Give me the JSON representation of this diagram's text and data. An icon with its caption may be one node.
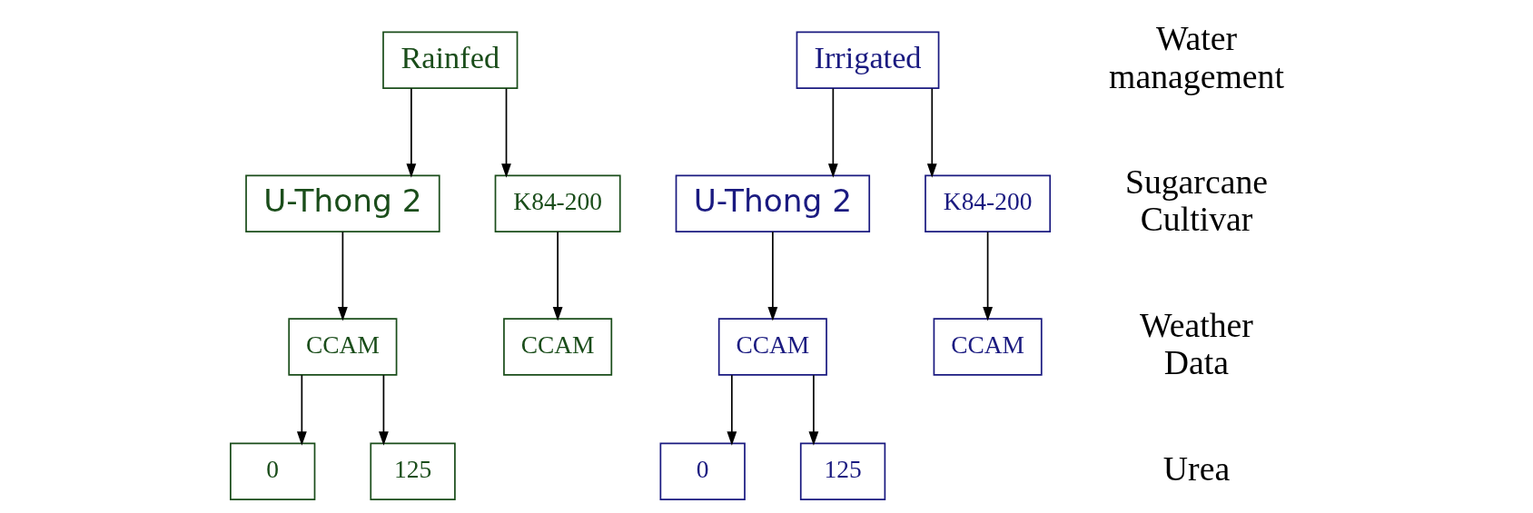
{
  "diagram": {
    "nodes": [
      {
        "text": [
          "Rainfed"
        ]
      },
      {
        "text": [
          "U-Thong 2"
        ]
      },
      {
        "text": [
          "K84-200"
        ]
      },
      {
        "text": [
          "CCAM"
        ]
      },
      {
        "text": [
          "CCAM"
        ]
      },
      {
        "text": [
          "0"
        ]
      },
      {
        "text": [
          "125"
        ]
      },
      {
        "text": [
          "Irrigated"
        ]
      },
      {
        "text": [
          "U-Thong 2"
        ]
      },
      {
        "text": [
          "K84-200"
        ]
      },
      {
        "text": [
          "CCAM"
        ]
      },
      {
        "text": [
          "CCAM"
        ]
      },
      {
        "text": [
          "0"
        ]
      },
      {
        "text": [
          "125"
        ]
      }
    ],
    "edges": [
      {
        "from": 0,
        "to": 1,
        "arrow": "to"
      },
      {
        "from": 0,
        "to": 2,
        "arrow": "to"
      },
      {
        "from": 1,
        "to": 3,
        "arrow": "to"
      },
      {
        "from": 2,
        "to": 4,
        "arrow": "to"
      },
      {
        "from": 3,
        "to": 5,
        "arrow": "to"
      },
      {
        "from": 3,
        "to": 6,
        "arrow": "to"
      },
      {
        "from": 7,
        "to": 8,
        "arrow": "to"
      },
      {
        "from": 7,
        "to": 9,
        "arrow": "to"
      },
      {
        "from": 8,
        "to": 10,
        "arrow": "to"
      },
      {
        "from": 9,
        "to": 11,
        "arrow": "to"
      },
      {
        "from": 10,
        "to": 12,
        "arrow": "to"
      },
      {
        "from": 10,
        "to": 13,
        "arrow": "to"
      }
    ],
    "labels": [
      "Water management",
      "Sugarcane Cultivar",
      "Weather Data",
      "Urea"
    ]
  }
}
